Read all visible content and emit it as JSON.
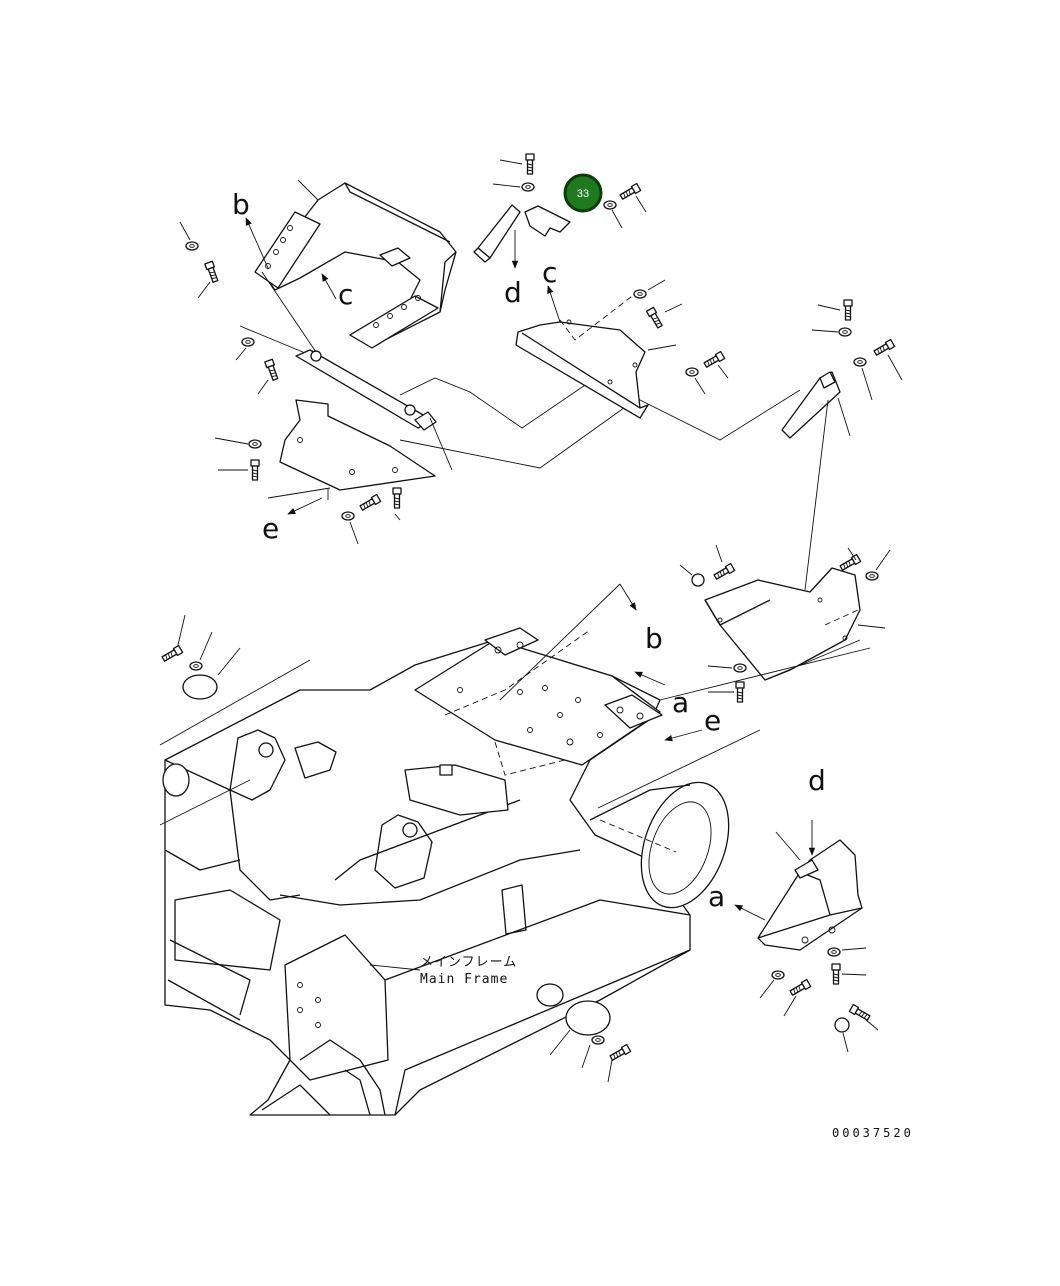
{
  "diagram": {
    "drawing_number": "00037520",
    "main_frame_label_jp": "メインフレーム",
    "main_frame_label_en": "Main Frame",
    "callout": {
      "number": "33",
      "color": "#1f7a1f"
    },
    "reference_letters": {
      "a1": "a",
      "a2": "a",
      "b1": "b",
      "b2": "b",
      "c1": "c",
      "c2": "c",
      "d1": "d",
      "d2": "d",
      "e1": "e",
      "e2": "e"
    }
  }
}
